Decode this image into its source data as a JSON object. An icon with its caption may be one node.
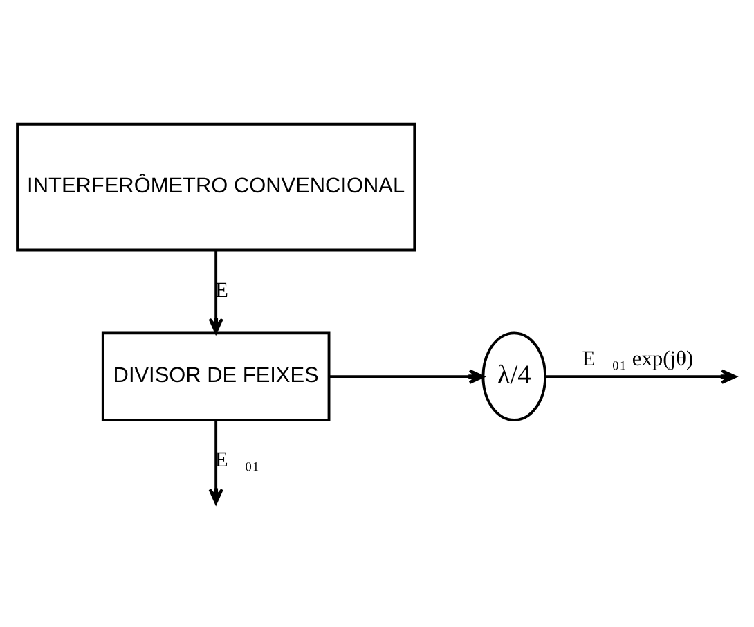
{
  "diagram": {
    "nodes": [
      {
        "text": [
          "INTERFERÔMETRO CONVENCIONAL"
        ]
      },
      {
        "text": [
          "DIVISOR DE FEIXES"
        ]
      },
      {
        "text": [
          "λ/4"
        ]
      }
    ],
    "edges": [
      {
        "from": 0,
        "to": 1,
        "arrow": "to",
        "label": "E⃗"
      },
      {
        "from": 1,
        "to": 2,
        "arrow": "to"
      },
      {
        "from": 2,
        "to": null,
        "arrow": "to",
        "label": "E⃗₀₁ exp(jθ)"
      },
      {
        "from": 1,
        "to": null,
        "arrow": "to",
        "label": "E⃗₀₁"
      }
    ]
  }
}
